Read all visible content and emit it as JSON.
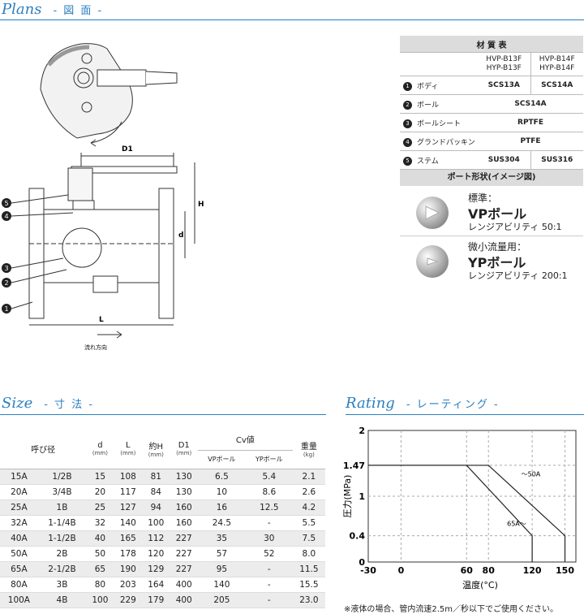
{
  "plans": {
    "title": "Plans",
    "subtitle": "- 図 面 -"
  },
  "drawing": {
    "labels": {
      "d1": "D1",
      "h": "H",
      "d": "d",
      "l": "L",
      "flow": "流れ方向"
    },
    "callouts": [
      "❶",
      "❷",
      "❸",
      "❹",
      "❺"
    ]
  },
  "materials": {
    "title": "材 質 表",
    "models_a": [
      "HVP-B13F",
      "HYP-B13F"
    ],
    "models_b": [
      "HVP-B14F",
      "HYP-B14F"
    ],
    "rows": [
      {
        "num": "1",
        "name": "ボディ",
        "a": "SCS13A",
        "b": "SCS14A"
      },
      {
        "num": "2",
        "name": "ボール",
        "both": "SCS14A"
      },
      {
        "num": "3",
        "name": "ボールシート",
        "both": "RPTFE"
      },
      {
        "num": "4",
        "name": "グランドパッキン",
        "both": "PTFE"
      },
      {
        "num": "5",
        "name": "ステム",
        "a": "SUS304",
        "b": "SUS316"
      }
    ]
  },
  "port": {
    "title": "ポート形状(イメージ図)",
    "vp": {
      "kind": "標準：",
      "name": "VPボール",
      "range": "レンジアビリティ 50:1"
    },
    "yp": {
      "kind": "微小流量用：",
      "name": "YPボール",
      "range": "レンジアビリティ 200:1"
    }
  },
  "size": {
    "title": "Size",
    "subtitle": "- 寸 法 -",
    "headers": {
      "bore": "呼び径",
      "d": "d",
      "l": "L",
      "h": "約H",
      "d1": "D1",
      "cv": "Cv値",
      "vp": "VPボール",
      "yp": "YPボール",
      "weight": "重量",
      "mm": "(mm)",
      "kg": "(kg)"
    },
    "rows": [
      [
        "15A",
        "1/2B",
        "15",
        "108",
        "81",
        "130",
        "6.5",
        "5.4",
        "2.1"
      ],
      [
        "20A",
        "3/4B",
        "20",
        "117",
        "84",
        "130",
        "10",
        "8.6",
        "2.6"
      ],
      [
        "25A",
        "1B",
        "25",
        "127",
        "94",
        "160",
        "16",
        "12.5",
        "4.2"
      ],
      [
        "32A",
        "1-1/4B",
        "32",
        "140",
        "100",
        "160",
        "24.5",
        "-",
        "5.5"
      ],
      [
        "40A",
        "1-1/2B",
        "40",
        "165",
        "112",
        "227",
        "35",
        "30",
        "7.5"
      ],
      [
        "50A",
        "2B",
        "50",
        "178",
        "120",
        "227",
        "57",
        "52",
        "8.0"
      ],
      [
        "65A",
        "2-1/2B",
        "65",
        "190",
        "129",
        "227",
        "95",
        "-",
        "11.5"
      ],
      [
        "80A",
        "3B",
        "80",
        "203",
        "164",
        "400",
        "140",
        "-",
        "15.5"
      ],
      [
        "100A",
        "4B",
        "100",
        "229",
        "179",
        "400",
        "205",
        "-",
        "23.0"
      ]
    ]
  },
  "rating": {
    "title": "Rating",
    "subtitle": "- レーティング -",
    "note": "※液体の場合、管内流速2.5m／秒以下でご使用ください。"
  },
  "chart_data": {
    "type": "line",
    "xlabel": "温度(°C)",
    "ylabel": "圧力(MPa)",
    "xticks": [
      "-30",
      "0",
      "60",
      "80",
      "120",
      "150"
    ],
    "yticks": [
      "0",
      "0.4",
      "1",
      "1.47",
      "2"
    ],
    "xlim": [
      -30,
      160
    ],
    "ylim": [
      0,
      2
    ],
    "series": [
      {
        "name": "～50A",
        "x": [
          -30,
          80,
          150
        ],
        "y": [
          1.47,
          1.47,
          0.4
        ]
      },
      {
        "name": "65A～",
        "x": [
          -30,
          60,
          120
        ],
        "y": [
          1.47,
          1.47,
          0.4
        ]
      }
    ],
    "colors": {
      "grid": "#aaaaaa",
      "line": "#222222"
    }
  }
}
